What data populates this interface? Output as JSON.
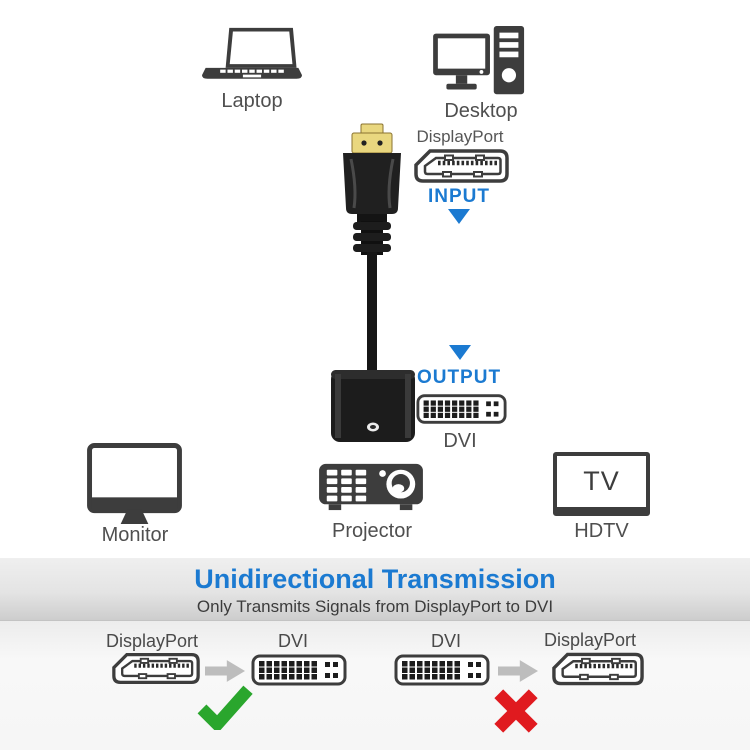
{
  "top_devices": {
    "laptop": {
      "label": "Laptop"
    },
    "desktop": {
      "label": "Desktop"
    }
  },
  "connection": {
    "input_port": {
      "name": "DisplayPort",
      "direction": "INPUT"
    },
    "output_port": {
      "name": "DVI",
      "direction": "OUTPUT"
    }
  },
  "bottom_devices": {
    "monitor": {
      "label": "Monitor"
    },
    "projector": {
      "label": "Projector"
    },
    "hdtv": {
      "label": "HDTV",
      "screen_text": "TV"
    }
  },
  "banner": {
    "title": "Unidirectional Transmission",
    "subtitle": "Only Transmits Signals from DisplayPort to DVI"
  },
  "compatibility": {
    "allowed": {
      "from": "DisplayPort",
      "to": "DVI",
      "status": "allowed"
    },
    "blocked": {
      "from": "DVI",
      "to": "DisplayPort",
      "status": "blocked"
    }
  },
  "colors": {
    "accent_blue": "#1b7ad1",
    "success_green": "#2aa62d",
    "error_red": "#e01a1f",
    "icon_dark": "#3d3d3d",
    "label_gray": "#4f4f4f",
    "arrow_gray": "#bdbdbd",
    "gold": "#e9d77f"
  }
}
